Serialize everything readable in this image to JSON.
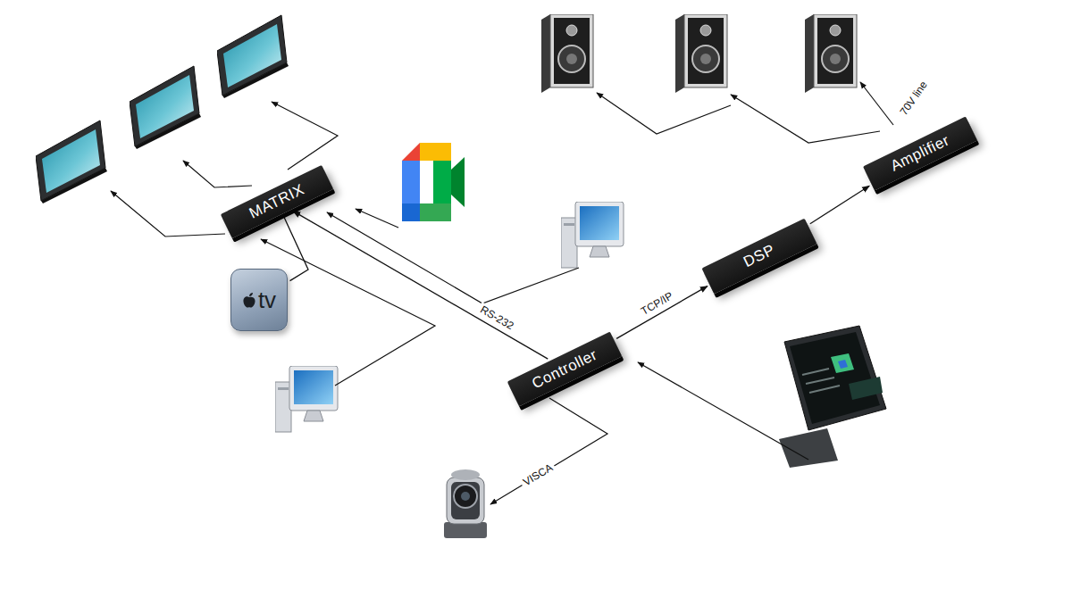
{
  "diagram": {
    "nodes": [
      {
        "text": [
          "MATRIX"
        ]
      },
      {
        "text": [
          "tv"
        ]
      },
      {
        "text": [
          "Controller"
        ]
      },
      {
        "text": [
          "DSP"
        ]
      },
      {
        "text": [
          "Amplifier"
        ]
      }
    ],
    "edges": [
      {
        "from": 2,
        "to": 0,
        "label": "RS-232",
        "arrow": "to"
      },
      {
        "from": 1,
        "to": 0,
        "arrow": "none"
      },
      {
        "from": 2,
        "to": 3,
        "label": "TCP/IP",
        "arrow": "to"
      },
      {
        "from": 3,
        "to": 4,
        "arrow": "to"
      }
    ],
    "labels": [
      "VISCA",
      "70V line"
    ]
  }
}
